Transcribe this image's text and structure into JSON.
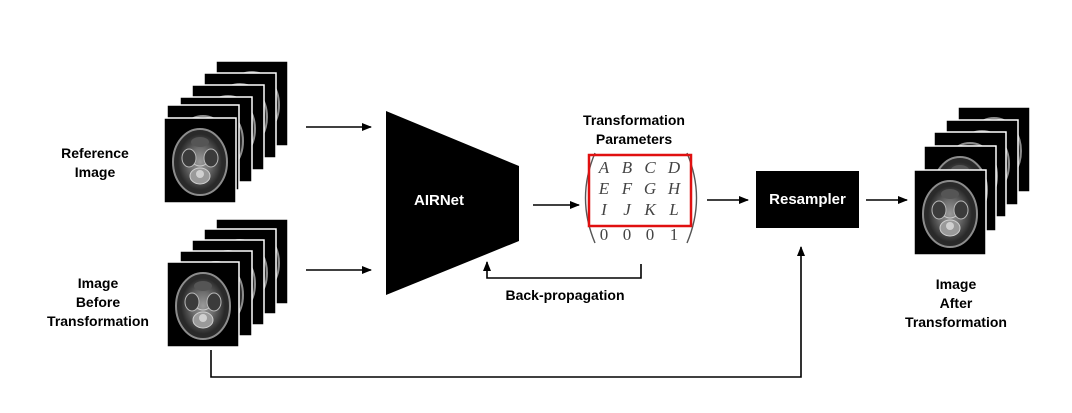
{
  "labels": {
    "reference_image": [
      "Reference",
      "Image"
    ],
    "image_before": [
      "Image",
      "Before",
      "Transformation"
    ],
    "airnet": "AIRNet",
    "transformation_parameters": [
      "Transformation",
      "Parameters"
    ],
    "back_propagation": "Back-propagation",
    "resampler": "Resampler",
    "image_after": [
      "Image",
      "After",
      "Transformation"
    ]
  },
  "matrix": {
    "rows": [
      [
        "A",
        "B",
        "C",
        "D"
      ],
      [
        "E",
        "F",
        "G",
        "H"
      ],
      [
        "I",
        "J",
        "K",
        "L"
      ],
      [
        "0",
        "0",
        "0",
        "1"
      ]
    ],
    "highlight_color": "#e01010"
  },
  "colors": {
    "block": "#000000",
    "arrow": "#000000",
    "text": "#000000"
  },
  "icons": {
    "scan_stack": "brain-mri-slice-stack-icon"
  }
}
